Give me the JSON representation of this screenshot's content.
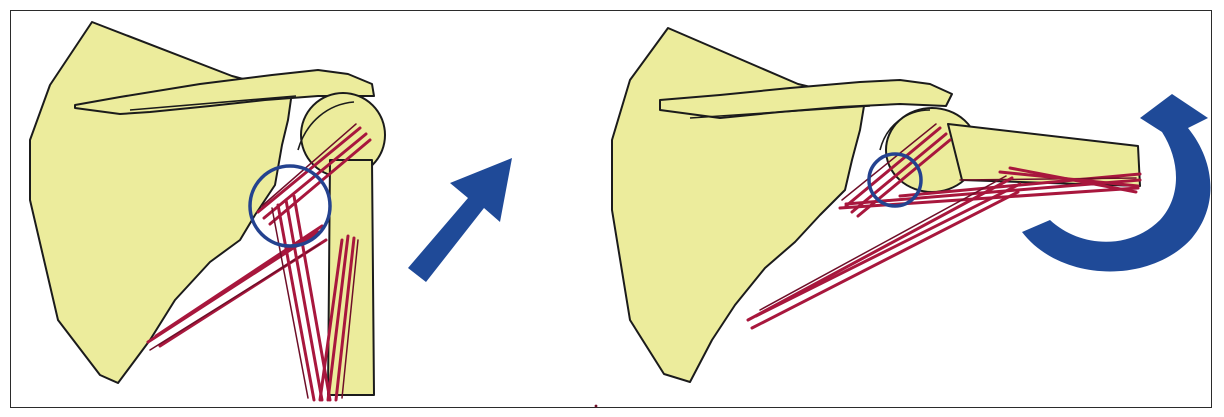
{
  "colors": {
    "bone": "#ecec9c",
    "outline": "#1b1b1b",
    "muscle": "#a8173d",
    "muscle_dark": "#6e0e28",
    "highlight_circle": "#24428f",
    "arrow": "#1f4a98",
    "border": "#2b2b2b"
  },
  "panels": [
    {
      "name": "left-panel",
      "arm_position": "adducted",
      "arrow_icon": "straight-arrow-icon"
    },
    {
      "name": "right-panel",
      "arm_position": "abducted-externally-rotated",
      "arrow_icon": "curved-rotation-arrow-icon"
    }
  ]
}
